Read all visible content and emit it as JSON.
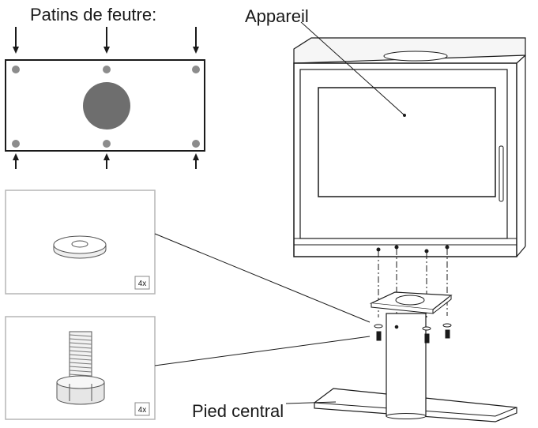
{
  "labels": {
    "felt_pads": "Patins de feutre:",
    "appliance": "Appareil",
    "central_stand": "Pied central"
  },
  "parts": {
    "washer_qty": "4x",
    "bolt_qty": "4x"
  },
  "colors": {
    "line": "#1a1a1a",
    "pad_dot": "#8c8c8c",
    "center_hole": "#6e6e6e",
    "panel_border": "#b5b5b5"
  }
}
